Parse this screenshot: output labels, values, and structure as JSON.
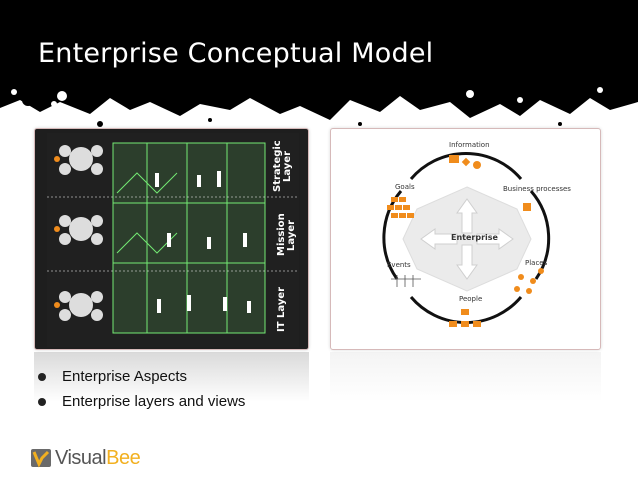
{
  "slide": {
    "title": "Enterprise Conceptual Model"
  },
  "left_image": {
    "layers": [
      "Strategic Layer",
      "Mission Layer",
      "IT Layer"
    ]
  },
  "right_image": {
    "center": "Enterprise",
    "nodes": [
      "Information",
      "Business processes",
      "Places",
      "People",
      "Events",
      "Goals"
    ]
  },
  "bullets": [
    "Enterprise Aspects",
    "Enterprise layers and views"
  ],
  "logo": {
    "part1": "Visual",
    "part2": "Bee"
  },
  "colors": {
    "title_bg": "#000000",
    "title_text": "#ffffff",
    "accent_orange": "#f08c1c",
    "logo_gold": "#f2b020",
    "building_green": "#7cff7c"
  }
}
